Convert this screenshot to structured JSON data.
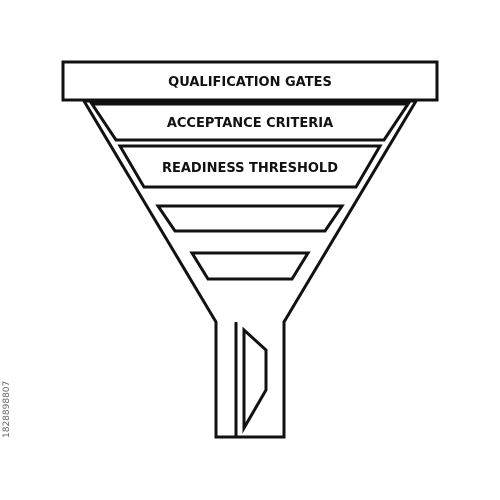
{
  "diagram": {
    "stages": [
      {
        "label": "QUALIFICATION GATES"
      },
      {
        "label": "ACCEPTANCE CRITERIA"
      },
      {
        "label": "READINESS THRESHOLD"
      },
      {
        "label": ""
      },
      {
        "label": ""
      }
    ]
  },
  "stock_id": "1828898807",
  "colors": {
    "stroke": "#111111",
    "background": "#ffffff"
  }
}
